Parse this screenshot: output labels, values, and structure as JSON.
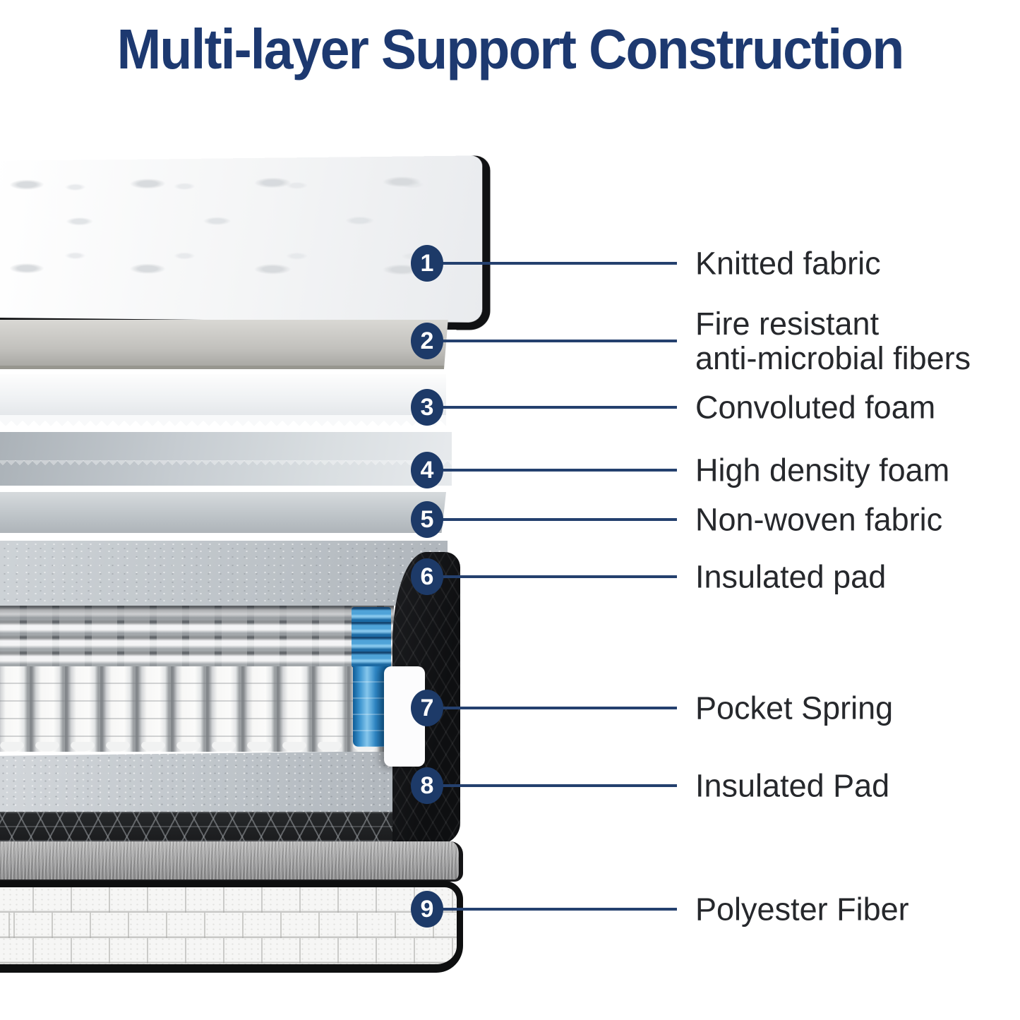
{
  "title": {
    "text": "Multi-layer Support Construction"
  },
  "palette": {
    "title_navy": "#1d3970",
    "badge_navy": "#1d3a68",
    "line_navy": "#24406e",
    "label_text": "#26282c",
    "spring_blue": "#2f87c5",
    "edge_black": "#101113"
  },
  "callouts": [
    {
      "num": "1",
      "lines": [
        "Knitted fabric"
      ]
    },
    {
      "num": "2",
      "lines": [
        "Fire resistant",
        "anti-microbial fibers"
      ]
    },
    {
      "num": "3",
      "lines": [
        "Convoluted foam"
      ]
    },
    {
      "num": "4",
      "lines": [
        "High density foam"
      ]
    },
    {
      "num": "5",
      "lines": [
        "Non-woven fabric"
      ]
    },
    {
      "num": "6",
      "lines": [
        "Insulated pad"
      ]
    },
    {
      "num": "7",
      "lines": [
        "Pocket Spring"
      ]
    },
    {
      "num": "8",
      "lines": [
        "Insulated Pad"
      ]
    },
    {
      "num": "9",
      "lines": [
        "Polyester Fiber"
      ]
    }
  ]
}
